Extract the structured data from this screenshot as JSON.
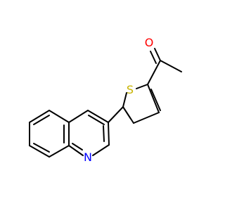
{
  "molecule": {
    "atoms": [
      {
        "label": "O",
        "color": "#ff0000"
      },
      {
        "label": "S",
        "color": "#c8b400"
      },
      {
        "label": "N",
        "color": "#0000ff"
      }
    ]
  }
}
